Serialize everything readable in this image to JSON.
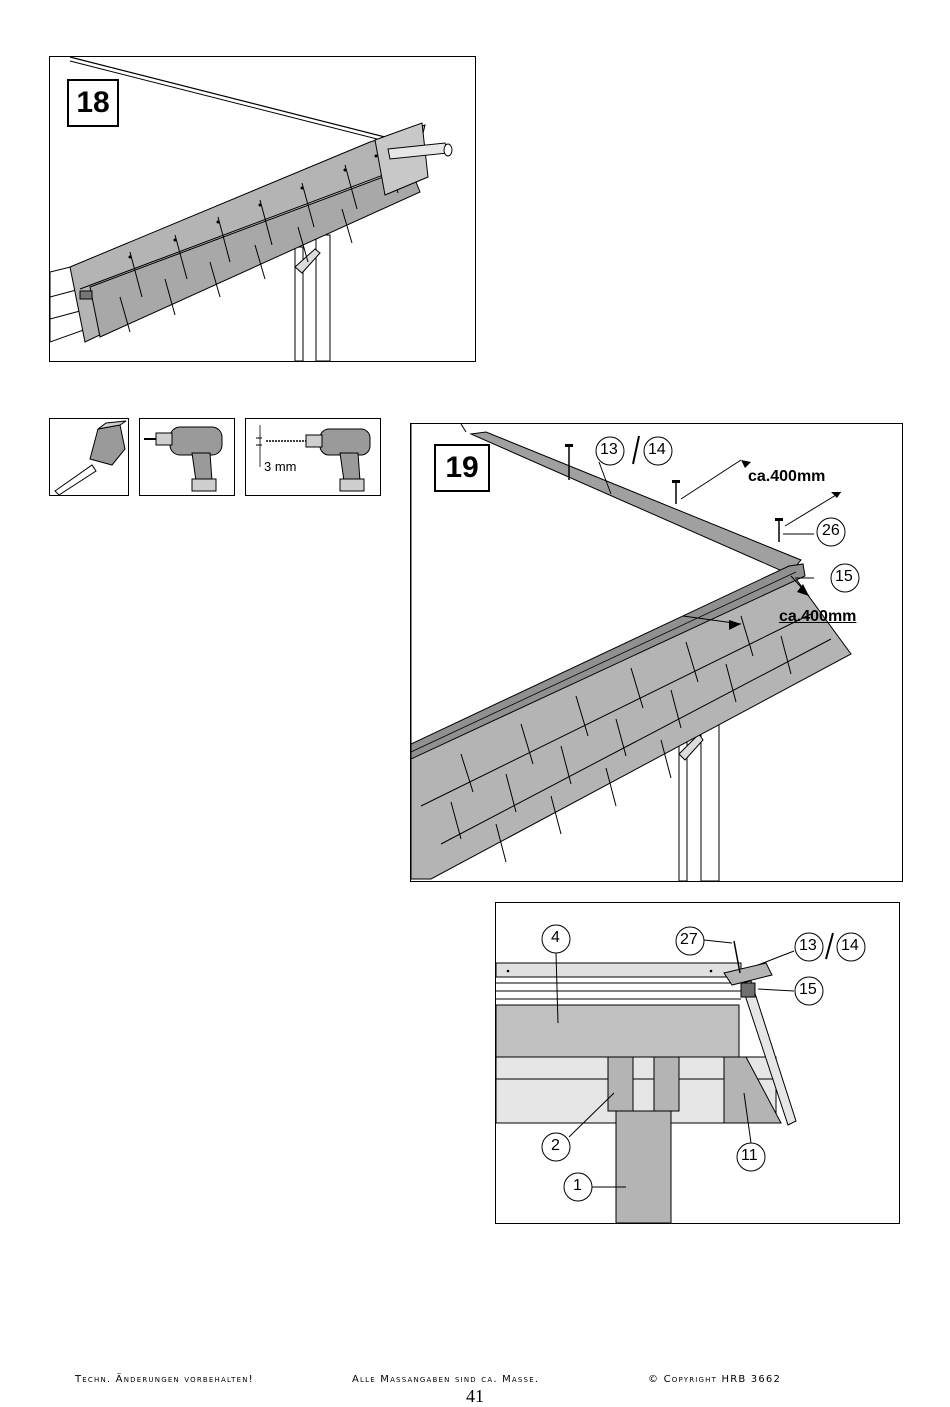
{
  "step18": {
    "number": "18"
  },
  "tools": {
    "drill_spacing": "3 mm"
  },
  "step19": {
    "number": "19",
    "labels": {
      "part_13_14_a": "13",
      "part_13_14_b": "14",
      "spacing_top": "ca.400mm",
      "part_26": "26",
      "part_15": "15",
      "spacing_bottom": "ca.400mm"
    }
  },
  "section": {
    "labels": {
      "part_4": "4",
      "part_27": "27",
      "part_13": "13",
      "part_14": "14",
      "part_15": "15",
      "part_2": "2",
      "part_11": "11",
      "part_1": "1"
    }
  },
  "footer": {
    "left": "Techn. Änderungen vorbehalten!",
    "center": "Alle Massangaben sind ca. Masse.",
    "right": "© Copyright HRB 3662",
    "page": "41"
  },
  "colors": {
    "shingle": "#b4b4b4",
    "dark": "#707070",
    "wood": "#c8c8c8"
  }
}
